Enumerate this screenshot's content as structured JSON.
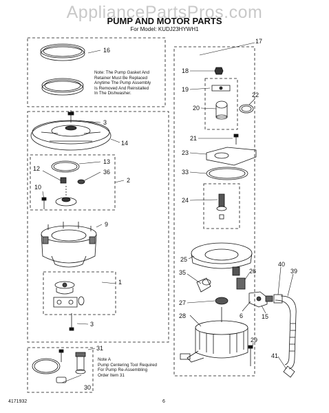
{
  "watermark": "AppliancePartsPros.com",
  "title": "PUMP AND MOTOR PARTS",
  "model": "For Model: KUDJ23HYWH1",
  "note_gasket": [
    "Note: The Pump Gasket   And",
    "Retainer Must Be Replaced",
    "Anytime The Pump Assembly",
    "Is Removed And Reinstalled",
    "In The Dishwasher."
  ],
  "note_a": [
    "Note A",
    "Pump Centering Tool Required",
    "For Pump Re-Assembling",
    "Order Item 31"
  ],
  "footer": {
    "doc_number": "4171932",
    "page_number": "6"
  },
  "callouts": {
    "c16": "16",
    "c17": "17",
    "c18": "18",
    "c19": "19",
    "c20": "20",
    "c22": "22",
    "c3a": "3",
    "c21": "21",
    "c14": "14",
    "c23": "23",
    "c13": "13",
    "c12": "12",
    "c36": "36",
    "c33": "33",
    "c2": "2",
    "c10": "10",
    "c24": "24",
    "c9": "9",
    "c25": "25",
    "c40": "40",
    "c39": "39",
    "c35": "35",
    "c26": "26",
    "c1": "1",
    "c27": "27",
    "c15": "15",
    "c6": "6",
    "c28": "28",
    "c3b": "3",
    "c29": "29",
    "c31": "31",
    "c30": "30",
    "c41": "41"
  }
}
